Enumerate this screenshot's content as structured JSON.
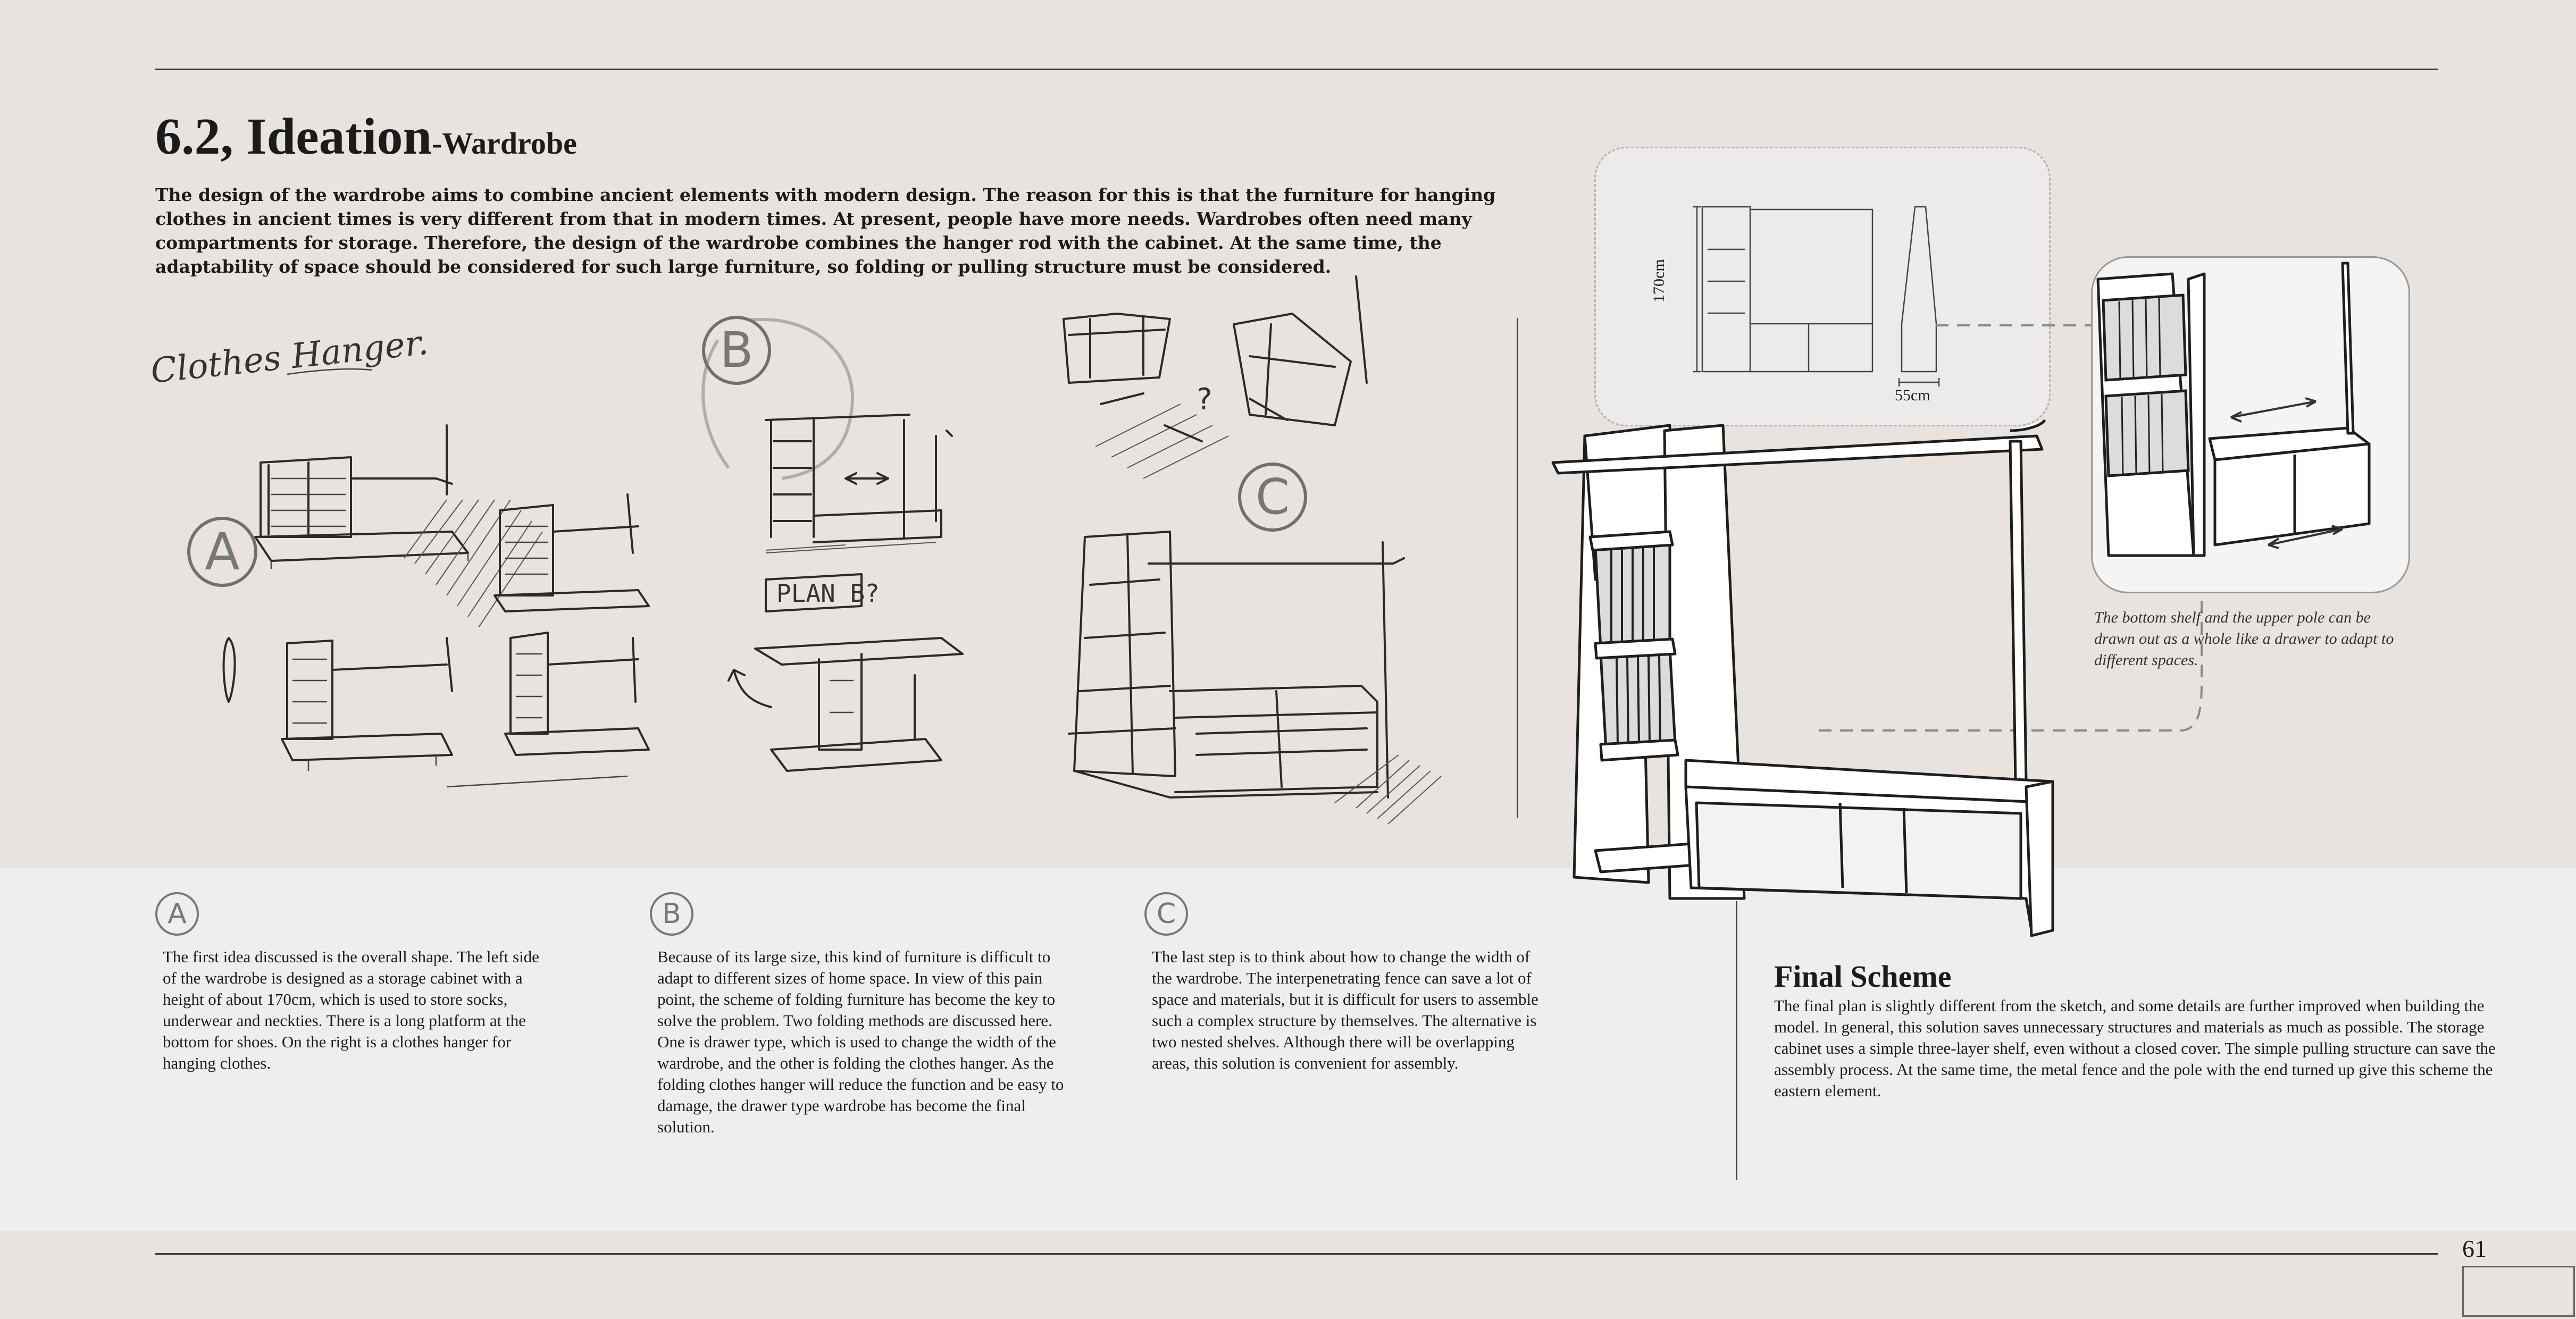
{
  "title": {
    "main": "6.2, Ideation",
    "sub": "-Wardrobe"
  },
  "intro": "The design of the wardrobe aims to combine ancient elements with modern design. The reason for this is that the furniture for hanging clothes in ancient times is very different from that in modern times. At present, people have more needs. Wardrobes often need many compartments for storage. Therefore, the design of the wardrobe combines the hanger rod with the cabinet. At the same time, the adaptability of space should be considered for such large furniture, so folding or pulling structure must be considered.",
  "sketch_labels": {
    "handwriting": "Clothes Hanger.",
    "plan_b": "PLAN B?",
    "question": "?",
    "a": "A",
    "b": "B",
    "c": "C"
  },
  "dimensions": {
    "height": "170cm",
    "depth": "55cm"
  },
  "caption": "The bottom shelf and the upper pole can be drawn out as a whole like a drawer to adapt to different spaces.",
  "columns": [
    {
      "letter": "A",
      "text": "The first idea discussed is the overall shape. The left side of the wardrobe is designed as a storage cabinet with a height of about 170cm, which is used to store socks, underwear and neckties. There is a long platform at the bottom for shoes. On the right is a clothes hanger for hanging clothes."
    },
    {
      "letter": "B",
      "text": "Because of its large size, this kind of furniture is difficult to adapt to different sizes of home space. In view of this pain point, the scheme of folding furniture has become the key to solve the problem. Two folding methods are discussed here. One is drawer type, which is used to change the width of the wardrobe, and the other is folding the clothes hanger. As the folding clothes hanger will reduce the function and be easy to damage, the drawer type wardrobe has become the final solution."
    },
    {
      "letter": "C",
      "text": "The last step is to think about how to change the width of the wardrobe. The interpenetrating fence can save a lot of space and materials, but it is difficult for users to assemble such a complex structure by themselves. The alternative is two nested shelves. Although there will be overlapping areas, this solution is convenient for assembly."
    }
  ],
  "final_scheme": {
    "title": "Final Scheme",
    "text": "The final plan is slightly different from the sketch, and some details are further improved when building the model. In general, this solution saves unnecessary structures and materials as much as possible. The storage cabinet uses a simple three-layer shelf, even without a closed cover. The simple pulling structure can save the assembly process. At the same time, the metal fence and the pole with the end turned up give this scheme the eastern element."
  },
  "page_number": "61"
}
